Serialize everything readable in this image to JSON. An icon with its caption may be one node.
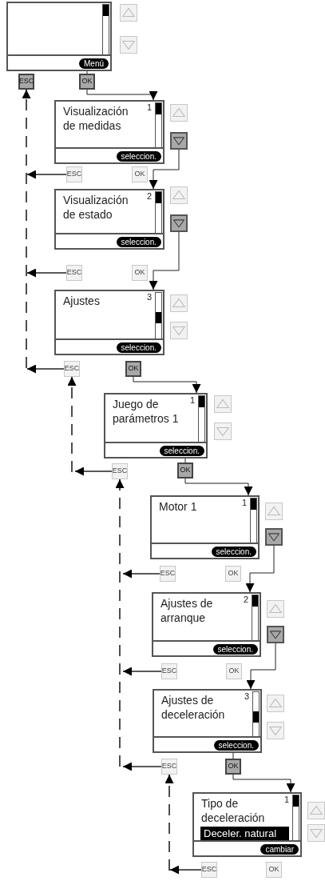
{
  "diagram": {
    "nodes": [
      {
        "text": [],
        "shape": "box"
      },
      {
        "text": [
          "Menú"
        ],
        "in": 0
      },
      {
        "text": [
          "ESC"
        ]
      },
      {
        "text": [
          "OK"
        ]
      },
      {
        "text": [
          "Visualización de medidas",
          "1"
        ]
      },
      {
        "text": [
          "seleccion."
        ],
        "in": 4
      },
      {
        "text": [],
        "shape": "box"
      },
      {
        "text": [
          "ESC"
        ]
      },
      {
        "text": [
          "OK"
        ]
      },
      {
        "text": [
          "Visualización de estado",
          "2"
        ]
      },
      {
        "text": [
          "seleccion."
        ],
        "in": 9
      },
      {
        "text": [],
        "shape": "box"
      },
      {
        "text": [
          "ESC"
        ]
      },
      {
        "text": [
          "OK"
        ]
      },
      {
        "text": [
          "Ajustes",
          "3"
        ]
      },
      {
        "text": [
          "seleccion."
        ],
        "in": 14
      },
      {
        "text": [
          "ESC"
        ]
      },
      {
        "text": [
          "OK"
        ]
      },
      {
        "text": [
          "Juego de parámetros 1",
          "1"
        ]
      },
      {
        "text": [
          "seleccion."
        ],
        "in": 18
      },
      {
        "text": [
          "ESC"
        ]
      },
      {
        "text": [
          "OK"
        ]
      },
      {
        "text": [
          "Motor 1",
          "1"
        ]
      },
      {
        "text": [
          "seleccion."
        ],
        "in": 22
      },
      {
        "text": [],
        "shape": "box"
      },
      {
        "text": [
          "ESC"
        ]
      },
      {
        "text": [
          "OK"
        ]
      },
      {
        "text": [
          "Ajustes de arranque",
          "2"
        ]
      },
      {
        "text": [
          "seleccion."
        ],
        "in": 27
      },
      {
        "text": [],
        "shape": "box"
      },
      {
        "text": [
          "ESC"
        ]
      },
      {
        "text": [
          "OK"
        ]
      },
      {
        "text": [
          "Ajustes de deceleración",
          "3"
        ]
      },
      {
        "text": [
          "seleccion."
        ],
        "in": 32
      },
      {
        "text": [
          "ESC"
        ]
      },
      {
        "text": [
          "OK"
        ]
      },
      {
        "text": [
          "Tipo de deceleración",
          "1",
          "Deceler. natural"
        ]
      },
      {
        "text": [
          "cambiar"
        ],
        "in": 36
      },
      {
        "text": [
          "ESC"
        ]
      },
      {
        "text": [
          "OK"
        ]
      }
    ],
    "edges": [
      {
        "from": 1,
        "to": 3,
        "arrow": "none"
      },
      {
        "from": 3,
        "to": 4,
        "arrow": "to"
      },
      {
        "from": null,
        "to": 2,
        "arrow": "to",
        "style": "dashed"
      },
      {
        "from": 6,
        "to": 9,
        "arrow": "to"
      },
      {
        "from": 7,
        "to": null,
        "arrow": "to"
      },
      {
        "from": 11,
        "to": 14,
        "arrow": "to"
      },
      {
        "from": 12,
        "to": null,
        "arrow": "to"
      },
      {
        "from": 16,
        "to": null,
        "arrow": "to"
      },
      {
        "from": 17,
        "to": 18,
        "arrow": "to"
      },
      {
        "from": null,
        "to": 16,
        "arrow": "to",
        "style": "dashed"
      },
      {
        "from": 19,
        "to": 21,
        "arrow": "none"
      },
      {
        "from": 21,
        "to": 22,
        "arrow": "to"
      },
      {
        "from": 20,
        "to": null,
        "arrow": "to"
      },
      {
        "from": null,
        "to": 20,
        "arrow": "to",
        "style": "dashed"
      },
      {
        "from": 24,
        "to": 27,
        "arrow": "to"
      },
      {
        "from": 25,
        "to": null,
        "arrow": "to"
      },
      {
        "from": 29,
        "to": 32,
        "arrow": "to"
      },
      {
        "from": 30,
        "to": null,
        "arrow": "to"
      },
      {
        "from": 34,
        "to": null,
        "arrow": "to"
      },
      {
        "from": 33,
        "to": 35,
        "arrow": "none"
      },
      {
        "from": 35,
        "to": 36,
        "arrow": "to"
      },
      {
        "from": null,
        "to": 34,
        "arrow": "to",
        "style": "dashed"
      },
      {
        "from": 38,
        "to": null,
        "arrow": "to"
      }
    ]
  }
}
